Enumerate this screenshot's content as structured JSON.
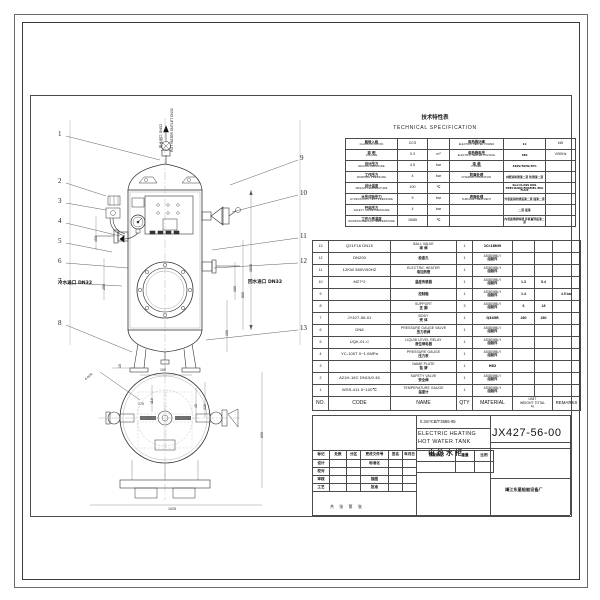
{
  "sheet": {
    "title_cn": "电热水柜",
    "title_en_line1": "ELECTRIC HEATING",
    "title_en_line2": "HOT WATER TANK",
    "standard": "0.3m³CB/T3686-95",
    "drawing_number": "JX427-56-00",
    "factory": "靖江东星船舶设备厂"
  },
  "spec": {
    "title_cn": "技术特性表",
    "title_en": "TECHNICAL SPECIFICATION",
    "rows": [
      {
        "cn": "船级入级",
        "en": "CLASS NOTATION",
        "value": "CCS",
        "unit": "",
        "cn2": "电热器功率",
        "en2": "ELECTRIC HEATER POWER",
        "value2": "12",
        "unit2": "kW"
      },
      {
        "cn": "容    积",
        "en": "VOLUME",
        "value": "0.3",
        "unit": "m³",
        "cn2": "电热器电压",
        "en2": "ELECTRIC HEATER VOLTAGE",
        "value2": "380",
        "unit2": "V/50Hz"
      },
      {
        "cn": "设计压力",
        "en": "DESIGN PRESSURE",
        "value": "4.5",
        "unit": "bar",
        "cn2": "电    源",
        "en2": "POWER",
        "value2": "380V/50Hz/3Ph",
        "unit2": ""
      },
      {
        "cn": "工作压力",
        "en": "WORKING PRESSURE",
        "value": "4",
        "unit": "bar",
        "cn2": "防腐处理",
        "en2": "INTERNAL INSULATION",
        "value2": "内壁涂防锈漆二道 防锈漆二道",
        "unit2": ""
      },
      {
        "cn": "设计温度",
        "en": "DESIGN TEMPERATURE",
        "value": "100",
        "unit": "℃",
        "cn2": "",
        "en2": "",
        "value2": "Kes:CLASS DNL PRECISION ENAMEL ENL FLUX",
        "unit2": ""
      },
      {
        "cn": "水压试验压力",
        "en": "HYDROSTATIC TEST PRESSURE",
        "value": "9",
        "unit": "bar",
        "cn2": "表面处理",
        "en2": "SURFACE TREATMENT",
        "value2": "外表面涂防锈底漆二道 面漆二道",
        "unit2": ""
      },
      {
        "cn": "开启压力",
        "en": "SAFETY VALVE PRESSURE",
        "value": "4",
        "unit": "bar",
        "cn2": "",
        "en2": "",
        "value2": "二道 面漆",
        "unit2": ""
      },
      {
        "cn": "工作介质温度",
        "en": "WORKING MEDIUM TEMPERATURE",
        "value": "15/85",
        "unit": "℃",
        "cn2": "",
        "en2": "",
        "value2": "内表面喷砂除锈 环氧富锌底漆二道",
        "unit2": ""
      }
    ]
  },
  "bom": {
    "header": {
      "no": "NO.",
      "code": "CODE",
      "name": "NAME",
      "qty": "QTY",
      "material": "MATERIAL",
      "unit_weight": "UNIT WEIGHT",
      "total_weight": "TOTAL",
      "weight_unit": "kg",
      "remarks": "REMARKS"
    },
    "rows": [
      {
        "no": "13",
        "code": "Q21F16  DN15",
        "name_en": "BALL VALVE",
        "name_cn": "球  阀",
        "qty": "1",
        "material_en": "",
        "material_cn": "1Cr18Ni9",
        "unit_w": "",
        "total_w": "",
        "remarks": ""
      },
      {
        "no": "12",
        "code": "DN200",
        "name_en": "",
        "name_cn": "检查孔",
        "qty": "1",
        "material_en": "ASSEMBLY",
        "material_cn": "组装件",
        "unit_w": "",
        "total_w": "",
        "remarks": ""
      },
      {
        "no": "11",
        "code": "12KW 380V/50HZ",
        "name_en": "ELECTRIC HEATER",
        "name_cn": "电加热管",
        "qty": "1",
        "material_en": "ASSEMBLY",
        "material_cn": "组装件",
        "unit_w": "",
        "total_w": "",
        "remarks": ""
      },
      {
        "no": "10",
        "code": "M27*2",
        "name_en": "",
        "name_cn": "温度传感器",
        "qty": "1",
        "material_en": "ASSEMBLY",
        "material_cn": "组装件",
        "unit_w": "1.3",
        "total_w": "5.4",
        "remarks": ""
      },
      {
        "no": "9",
        "code": "",
        "name_en": "",
        "name_cn": "控制箱",
        "qty": "1",
        "material_en": "ASSEMBLY",
        "material_cn": "组装件",
        "unit_w": "1.4",
        "total_w": "",
        "remarks": "4.5 bar"
      },
      {
        "no": "8",
        "code": "",
        "name_en": "SUPPORT",
        "name_cn": "支  脚",
        "qty": "3",
        "material_en": "ASSEMBLY",
        "material_cn": "组装件",
        "unit_w": "6",
        "total_w": "18",
        "remarks": ""
      },
      {
        "no": "7",
        "code": "JY427-56-01",
        "name_en": "BODY",
        "name_cn": "壳  体",
        "qty": "1",
        "material_en": "",
        "material_cn": "Q345R",
        "unit_w": "280",
        "total_w": "280",
        "remarks": ""
      },
      {
        "no": "6",
        "code": "DN6",
        "name_en": "PRESSURE GAUGE VALVE",
        "name_cn": "压力表阀",
        "qty": "1",
        "material_en": "ASSEMBLY",
        "material_cn": "组装件",
        "unit_w": "",
        "total_w": "",
        "remarks": ""
      },
      {
        "no": "5",
        "code": "UQK-01-C",
        "name_en": "LIQUID LEVEL RELAY",
        "name_cn": "液位继电器",
        "qty": "1",
        "material_en": "ASSEMBLY",
        "material_cn": "组装件",
        "unit_w": "",
        "total_w": "",
        "remarks": ""
      },
      {
        "no": "4",
        "code": "YC-100T 0~1.0MPa",
        "name_en": "PRESSURE GAUGE",
        "name_cn": "压力表",
        "qty": "1",
        "material_en": "ASSEMBLY",
        "material_cn": "组装件",
        "unit_w": "",
        "total_w": "",
        "remarks": ""
      },
      {
        "no": "3",
        "code": "",
        "name_en": "NAME PLATE",
        "name_cn": "铭  牌",
        "qty": "1",
        "material_en": "",
        "material_cn": "H62",
        "unit_w": "",
        "total_w": "",
        "remarks": ""
      },
      {
        "no": "2",
        "code": "A21H-16C DN15/0.45",
        "name_en": "SAFETY VALVE",
        "name_cn": "安全阀",
        "qty": "1",
        "material_en": "ASSEMBLY",
        "material_cn": "组装件",
        "unit_w": "",
        "total_w": "",
        "remarks": ""
      },
      {
        "no": "1",
        "code": "WSS-411 0~100℃",
        "name_en": "TEMPERATURE GAUGE",
        "name_cn": "温度计",
        "qty": "1",
        "material_en": "ASSEMBLY",
        "material_cn": "组装件",
        "unit_w": "",
        "total_w": "",
        "remarks": ""
      }
    ]
  },
  "revision_block": {
    "columns": [
      "标记",
      "处数",
      "分区",
      "更改文件号",
      "签名",
      "年月日"
    ],
    "rows_left": [
      "设计",
      "校对",
      "审核",
      "工艺"
    ],
    "mid_labels": [
      "标准化",
      "",
      "描图",
      "批准"
    ]
  },
  "approval_block": {
    "stage_label": "阶段标记",
    "weight_label": "重量",
    "scale_label": "比例",
    "sheet_label": "共    张  第    张"
  },
  "callouts": {
    "hot_water_cn": "热水出口 DN32",
    "hot_water_en": "HOT WATER OUTLET DN32",
    "cold_water_cn": "冷水进口 DN32",
    "return_water_cn": "回水进口 DN32"
  },
  "leaders_left": [
    "1",
    "2",
    "3",
    "4",
    "5",
    "6",
    "7",
    "8"
  ],
  "leaders_right": [
    "9",
    "10",
    "11",
    "12",
    "13"
  ],
  "dimensions": {
    "elevation": [
      "1500",
      "800",
      "100",
      "100",
      "450",
      "250",
      "330",
      "620"
    ],
    "plan": [
      "100",
      "110",
      "170",
      "40",
      "220",
      "10",
      "600",
      "1025"
    ],
    "bolt_note": "6-Φ20"
  }
}
